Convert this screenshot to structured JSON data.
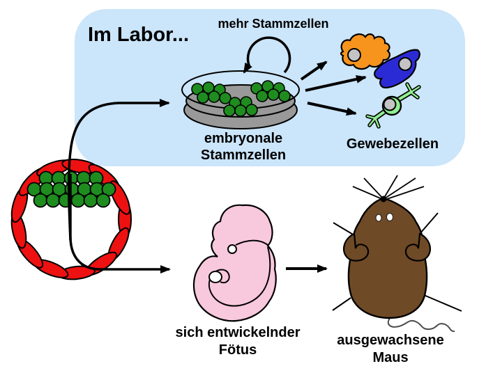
{
  "panel": {
    "title": "Im Labor..."
  },
  "labels": {
    "loop_label": "mehr Stammzellen",
    "dish_label_line1": "embryonale",
    "dish_label_line2": "Stammzellen",
    "tissue_label": "Gewebezellen",
    "fetus_label_line1": "sich entwickelnder",
    "fetus_label_line2": "Fötus",
    "mouse_label_line1": "ausgewachsene",
    "mouse_label_line2": "Maus"
  },
  "colors": {
    "panel_bg": "#CBE5FA",
    "stem_cell_green": "#1F8C1F",
    "trophoblast_red": "#EE1111",
    "dish_gray": "#999999",
    "cell_orange": "#F7941E",
    "cell_blue": "#2B2BD5",
    "cell_neuron_green": "#90EE90",
    "nucleus_gray": "#C4C4C4",
    "fetus_pink": "#F8C8DC",
    "mouse_brown": "#6F4A26",
    "tail_gray": "#4A4A4A"
  }
}
